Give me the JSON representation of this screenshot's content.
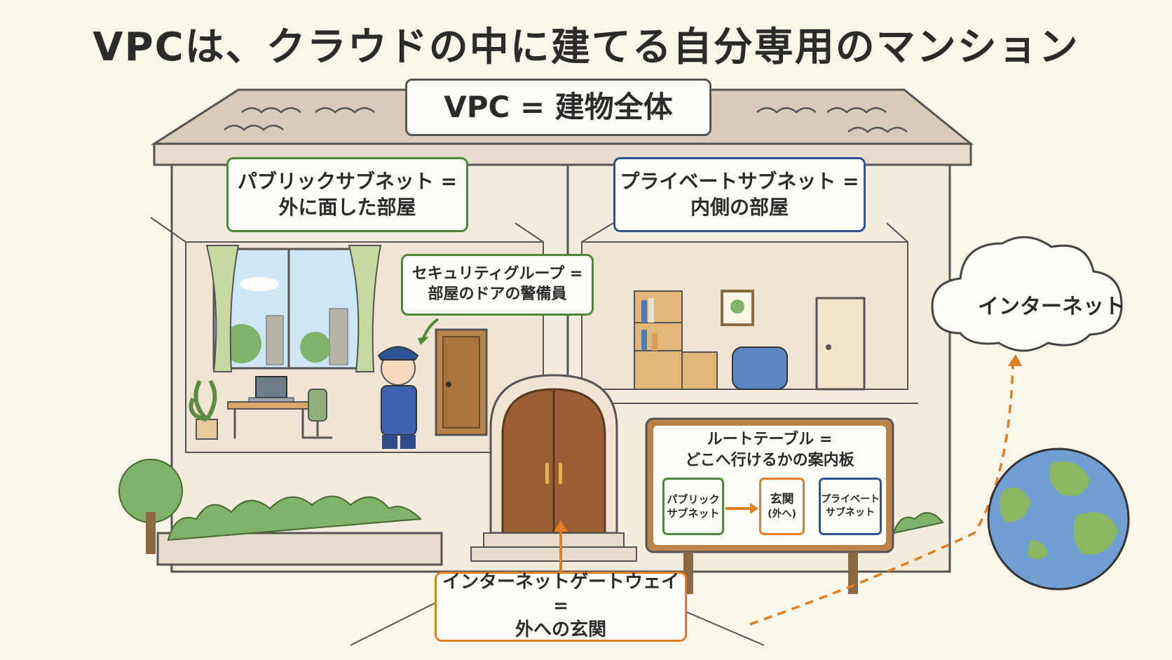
{
  "title": "VPCは、クラウドの中に建てる自分専用のマンション",
  "vpc_label": "VPC = 建物全体",
  "public_subnet": {
    "line1": "パブリックサブネット =",
    "line2": "外に面した部屋"
  },
  "private_subnet": {
    "line1": "プライベートサブネット =",
    "line2": "内側の部屋"
  },
  "security_group": {
    "line1": "セキュリティグループ =",
    "line2": "部屋のドアの警備員"
  },
  "route_table": {
    "line1": "ルートテーブル =",
    "line2": "どこへ行けるかの案内板",
    "boxes": [
      {
        "line1": "パブリック",
        "line2": "サブネット"
      },
      {
        "line1": "玄関",
        "line2": "(外へ)"
      },
      {
        "line1": "プライベート",
        "line2": "サブネット"
      }
    ]
  },
  "internet_gateway": {
    "line1": "インターネットゲートウェイ =",
    "line2": "外への玄関"
  },
  "internet": "インターネット",
  "colors": {
    "public": "#4c8a3a",
    "private": "#2f5496",
    "gateway": "#e07e22",
    "background": "#fbf6ea"
  }
}
